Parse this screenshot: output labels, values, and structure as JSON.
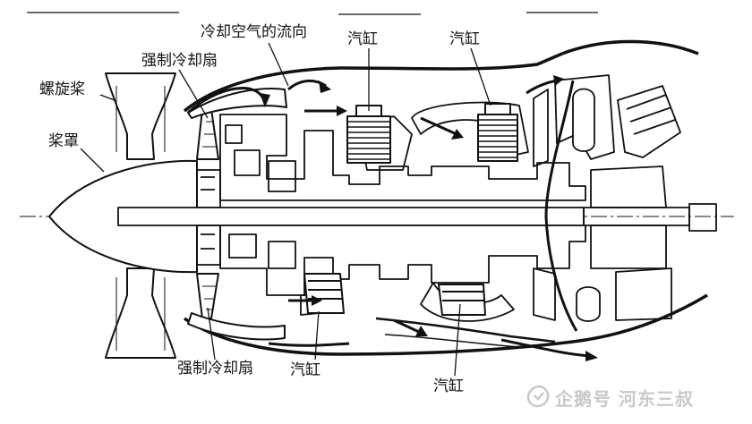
{
  "labels": {
    "propeller": "螺旋桨",
    "spinner": "桨罩",
    "fan_top": "强制冷却扇",
    "fan_bottom": "强制冷却扇",
    "airflow": "冷却空气的流向",
    "cylinder_top_1": "汽缸",
    "cylinder_top_2": "汽缸",
    "cylinder_bottom_1": "汽缸",
    "cylinder_bottom_2": "汽缸"
  },
  "watermark": {
    "text": "企鹅号 河东三叔",
    "icon": "penguin-account-icon"
  },
  "colors": {
    "ink": "#111111",
    "paper": "#ffffff",
    "watermark": "#c9c9c9"
  }
}
